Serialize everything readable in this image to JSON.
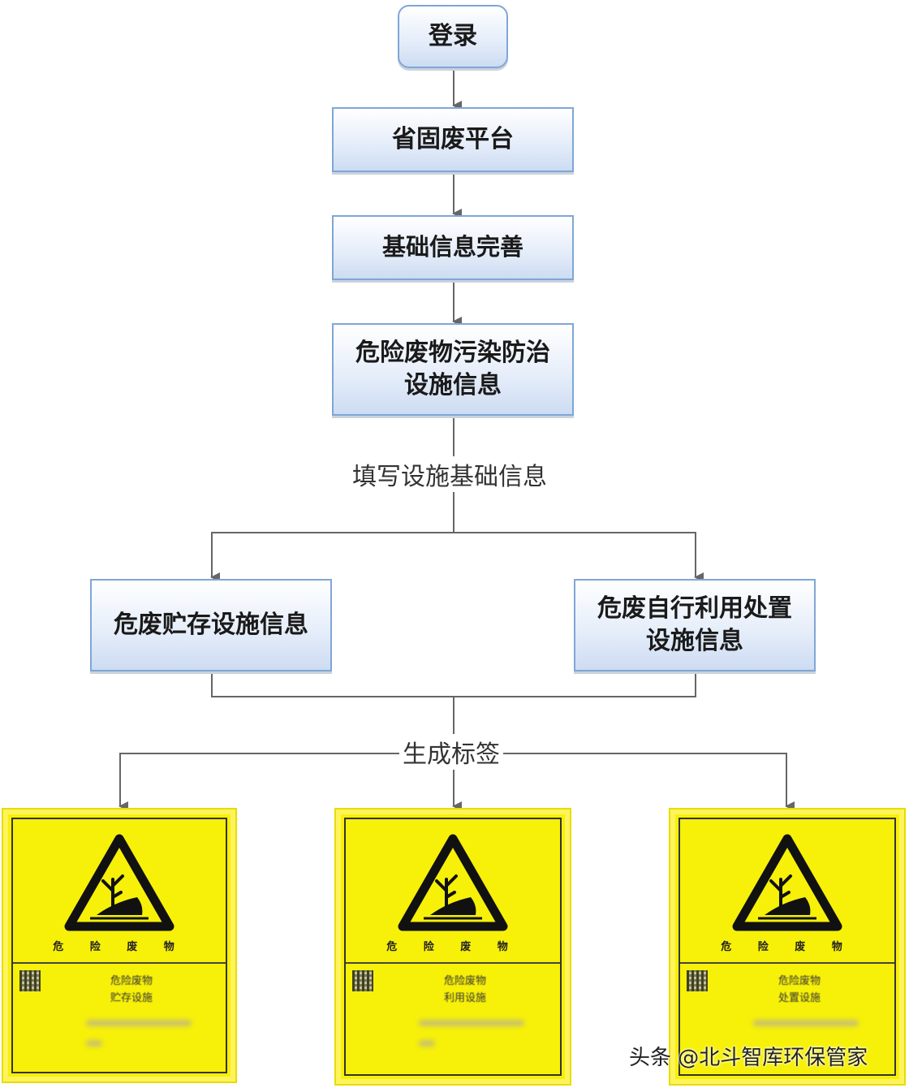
{
  "nodes": {
    "login": "登录",
    "platform": "省固废平台",
    "basic_info": "基础信息完善",
    "prevention_line1": "危险废物污染防治",
    "prevention_line2": "设施信息",
    "storage": "危废贮存设施信息",
    "disposal_line1": "危废自行利用处置",
    "disposal_line2": "设施信息"
  },
  "edge_labels": {
    "fill_basic": "填写设施基础信息",
    "generate_labels": "生成标签"
  },
  "signs": [
    {
      "header": "危 险 废 物",
      "title_line1": "危险废物",
      "title_line2": "贮存设施"
    },
    {
      "header": "危 险 废 物",
      "title_line1": "危险废物",
      "title_line2": "利用设施"
    },
    {
      "header": "危 险 废 物",
      "title_line1": "危险废物",
      "title_line2": "处置设施"
    }
  ],
  "colors": {
    "sign_yellow": "#f7f009",
    "box_border": "#7fa6d6",
    "connector": "#666666"
  },
  "watermark": "头条 @北斗智库环保管家"
}
